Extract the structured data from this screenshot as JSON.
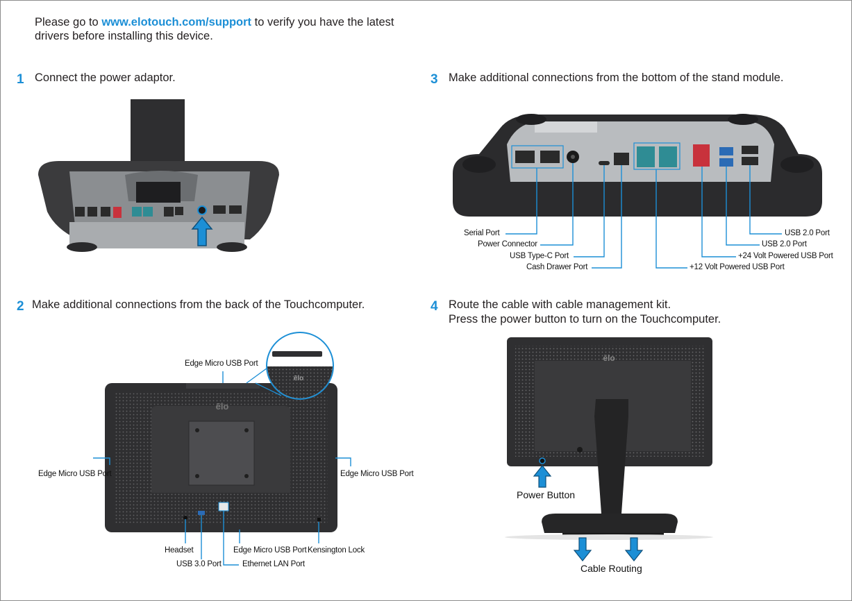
{
  "intro": {
    "prefix": "Please go to ",
    "url": "www.elotouch.com/support",
    "suffix_line1": " to verify you have the latest",
    "line2": "drivers before installing this device."
  },
  "steps": [
    {
      "number": "1",
      "text": "Connect the power adaptor."
    },
    {
      "number": "2",
      "text": "Make additional connections from the back of the Touchcomputer."
    },
    {
      "number": "3",
      "text": "Make additional connections from the bottom of the stand module."
    },
    {
      "number": "4",
      "text_line1": "Route the cable with cable management kit.",
      "text_line2": "Press the power button to turn on the Touchcomputer."
    }
  ],
  "step2_labels": {
    "edge_top": "Edge Micro USB Port",
    "edge_left": "Edge Micro USB Port",
    "edge_right": "Edge Micro USB Port",
    "headset": "Headset",
    "usb30": "USB 3.0 Port",
    "edge_bottom": "Edge Micro USB Port",
    "ethernet": "Ethernet LAN Port",
    "kensington": "Kensington Lock",
    "logo": "ēlo"
  },
  "step3_labels": {
    "serial": "Serial Port",
    "power": "Power Connector",
    "usbc": "USB Type-C Port",
    "cash": "Cash Drawer Port",
    "v12": "+12 Volt Powered USB Port",
    "usb20a": "USB 2.0 Port",
    "usb20b": "USB 2.0 Port",
    "v24": "+24 Volt Powered USB Port"
  },
  "step4_labels": {
    "power_button": "Power Button",
    "cable_routing": "Cable Routing",
    "logo": "ēlo"
  },
  "colors": {
    "accent": "#1c8fd6",
    "device": "#3a3a3c",
    "device_dark": "#262627",
    "panel": "#b9bcbf"
  }
}
